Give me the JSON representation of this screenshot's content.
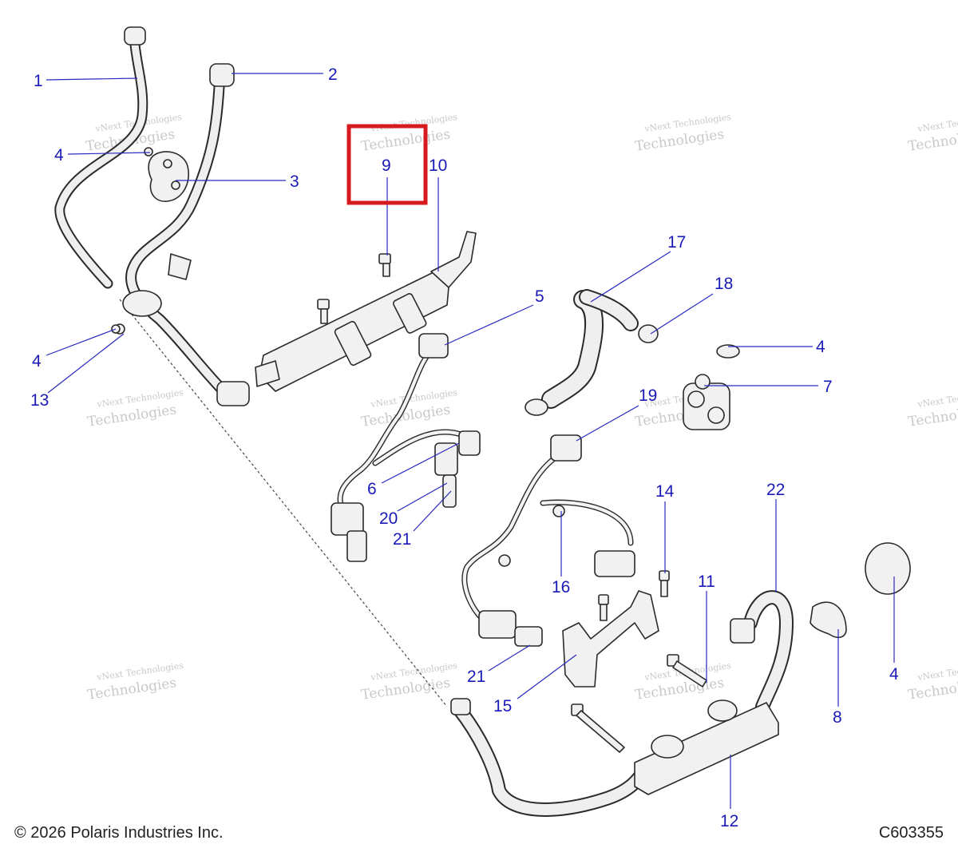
{
  "watermark": {
    "small": "vNext Technologies",
    "big": "Technologies"
  },
  "highlight_color": "#d71920",
  "callout_color": "#1a1ab8",
  "callouts": {
    "c1": "1",
    "c2": "2",
    "c3": "3",
    "c4a": "4",
    "c4b": "4",
    "c4c": "4",
    "c4d": "4",
    "c5": "5",
    "c6": "6",
    "c7": "7",
    "c8": "8",
    "c9": "9",
    "c10": "10",
    "c11": "11",
    "c12": "12",
    "c13": "13",
    "c14": "14",
    "c15": "15",
    "c16": "16",
    "c17": "17",
    "c18": "18",
    "c19": "19",
    "c20": "20",
    "c21a": "21",
    "c21b": "21",
    "c22": "22"
  },
  "footer": {
    "copyright": "© 2026 Polaris Industries Inc.",
    "code": "C603355"
  }
}
